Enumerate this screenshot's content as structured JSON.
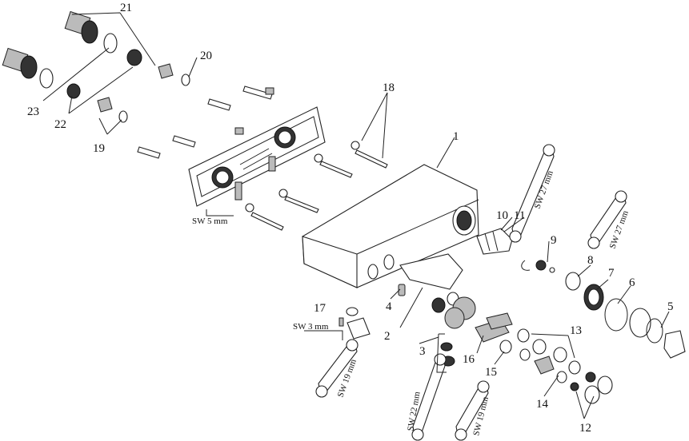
{
  "callouts": [
    "1",
    "2",
    "3",
    "4",
    "5",
    "6",
    "7",
    "8",
    "9",
    "10",
    "11",
    "12",
    "13",
    "14",
    "15",
    "16",
    "17",
    "18",
    "19",
    "20",
    "21",
    "22",
    "23"
  ],
  "wrench_labels": {
    "sw5": "SW 5 mm",
    "sw3": "SW 3 mm",
    "sw27a": "SW 27 mm",
    "sw27b": "SW 27 mm",
    "sw19a": "SW 19 mm",
    "sw22": "SW 22 mm",
    "sw19b": "SW 19 mm"
  }
}
